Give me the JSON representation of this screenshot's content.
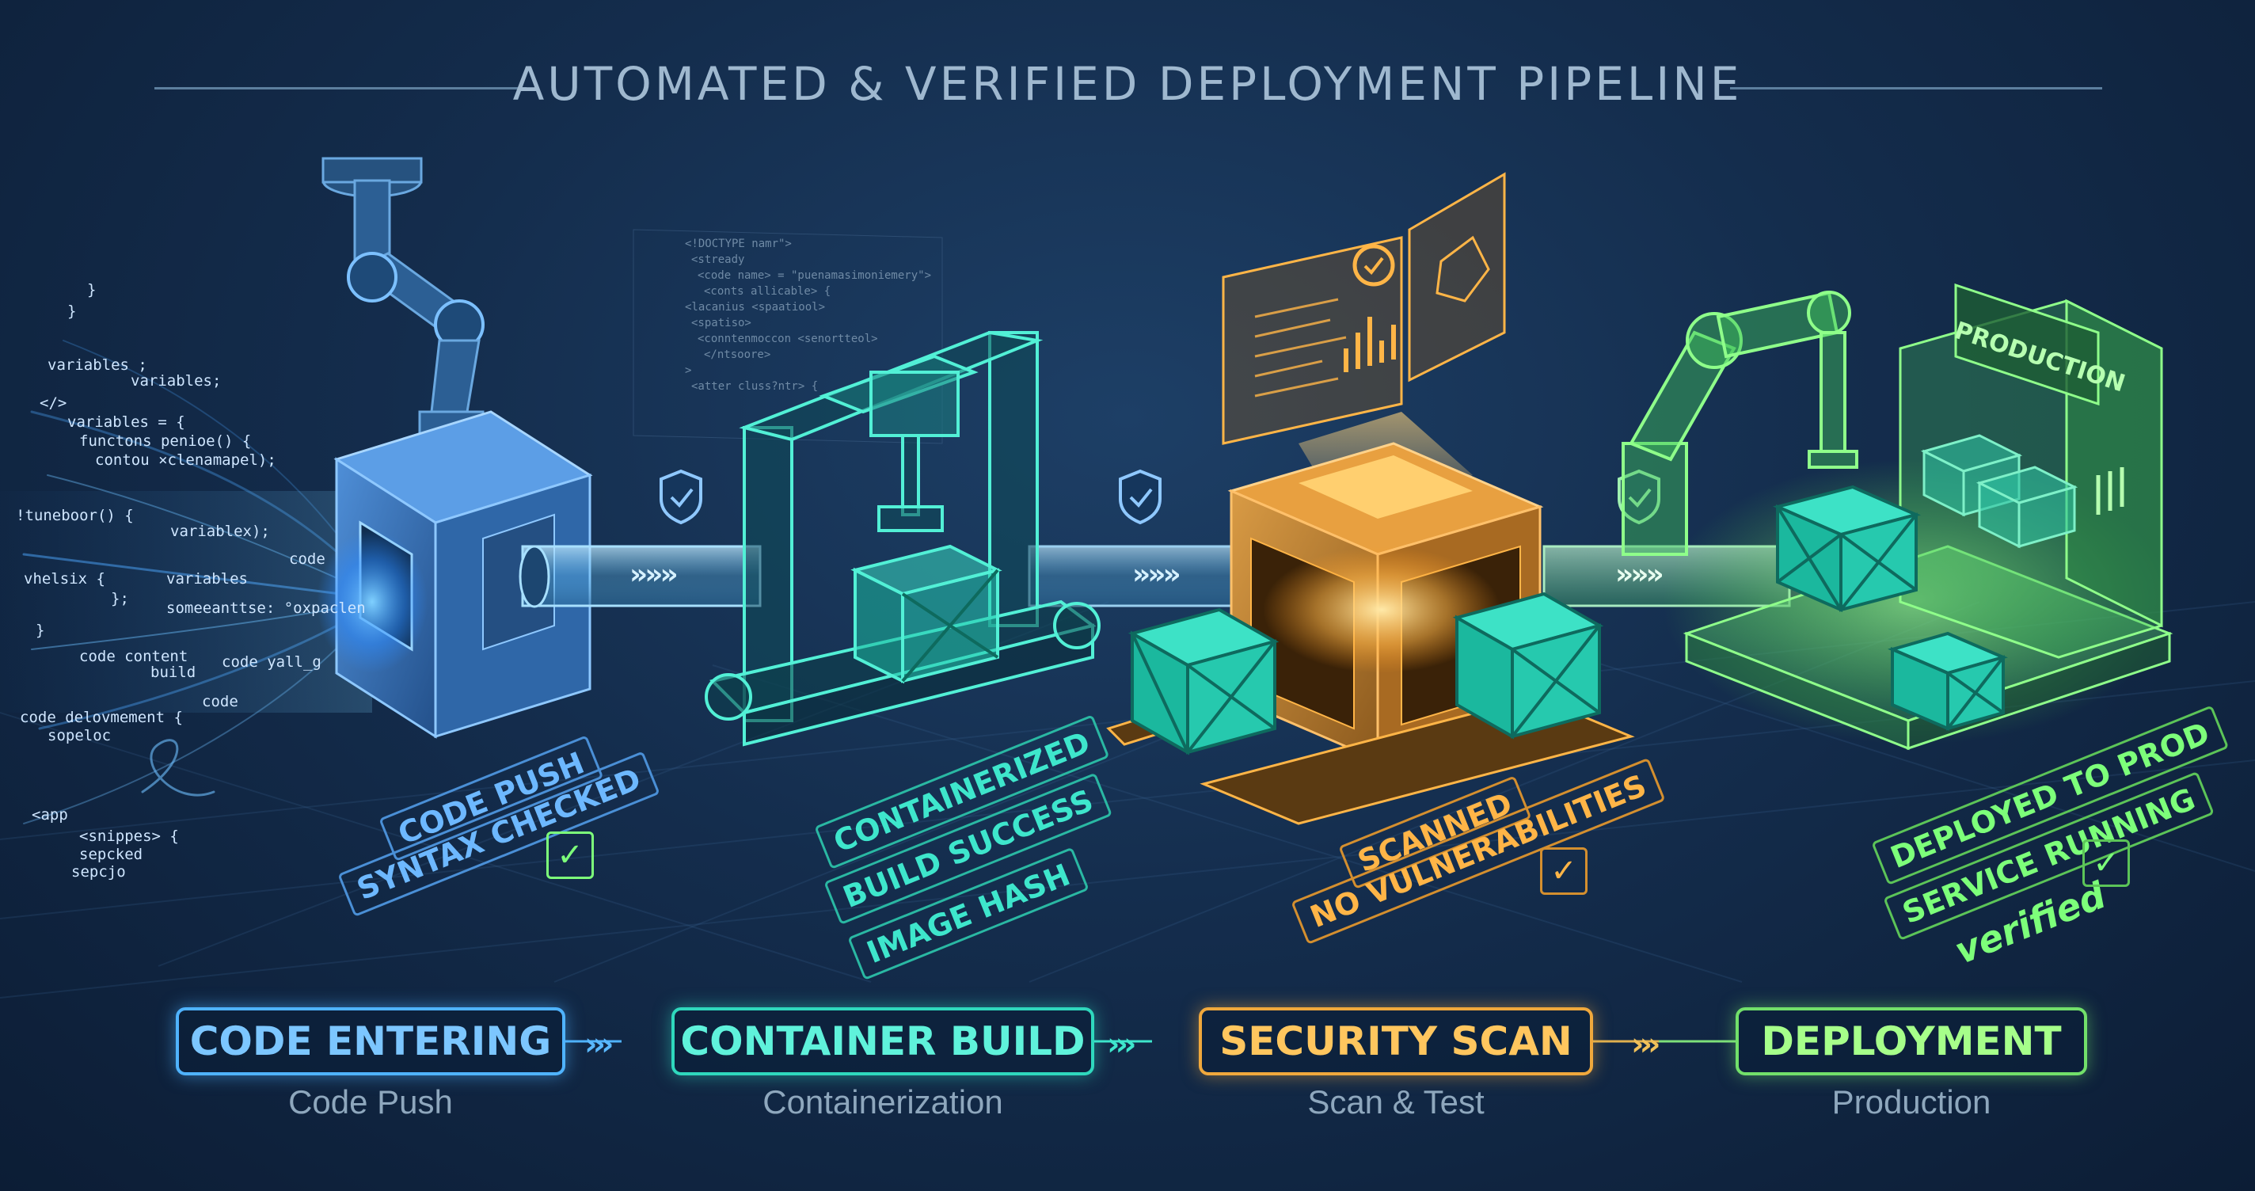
{
  "title": "AUTOMATED & VERIFIED DEPLOYMENT PIPELINE",
  "colors": {
    "code": "#5aa9ff",
    "container": "#2ee6c8",
    "security": "#ffb547",
    "deployment": "#7dff7a"
  },
  "code_snippets": [
    "}",
    "}",
    "variables ;",
    "variables;",
    "</>",
    "variables = {",
    "functons penioe() {",
    "contou ×clenamapel);",
    "!tuneboor() {",
    "variablex);",
    "code",
    "vhelsix  {",
    "variables",
    "};",
    "someeanttse: °oxpaclen",
    "}",
    "code content",
    "build",
    "code yall_g",
    "code",
    "code delovmement {",
    "sopeloc",
    "<app",
    "<snippes> {",
    "sepcked",
    "sepcjo"
  ],
  "code_panel": [
    "<!DOCTYPE namr\">",
    "<stready",
    "<code name> = \"puenamasimoniemery\">",
    "<conts allicable> {",
    "<lacanius <spaatiool>",
    "<spatiso>",
    "<conntenmoccon <senortteol>",
    "</ntsoore>",
    ">",
    "<atter cluss?ntr> {"
  ],
  "production_sign": "PRODUCTION",
  "stages": [
    {
      "label": "CODE ENTERING",
      "sublabel": "Code Push",
      "status": [
        "CODE PUSH",
        "SYNTAX CHECKED"
      ],
      "check": "✓"
    },
    {
      "label": "CONTAINER BUILD",
      "sublabel": "Containerization",
      "status": [
        "CONTAINERIZED",
        "BUILD SUCCESS",
        "IMAGE HASH"
      ]
    },
    {
      "label": "SECURITY SCAN",
      "sublabel": "Scan & Test",
      "status": [
        "SCANNED",
        "NO VULNERABILITIES"
      ],
      "check": "✓"
    },
    {
      "label": "DEPLOYMENT",
      "sublabel": "Production",
      "status": [
        "DEPLOYED TO PROD",
        "SERVICE RUNNING",
        "verified"
      ],
      "check": "✓"
    }
  ],
  "pipe_arrows": "»»»",
  "flow_arrows": "›››"
}
